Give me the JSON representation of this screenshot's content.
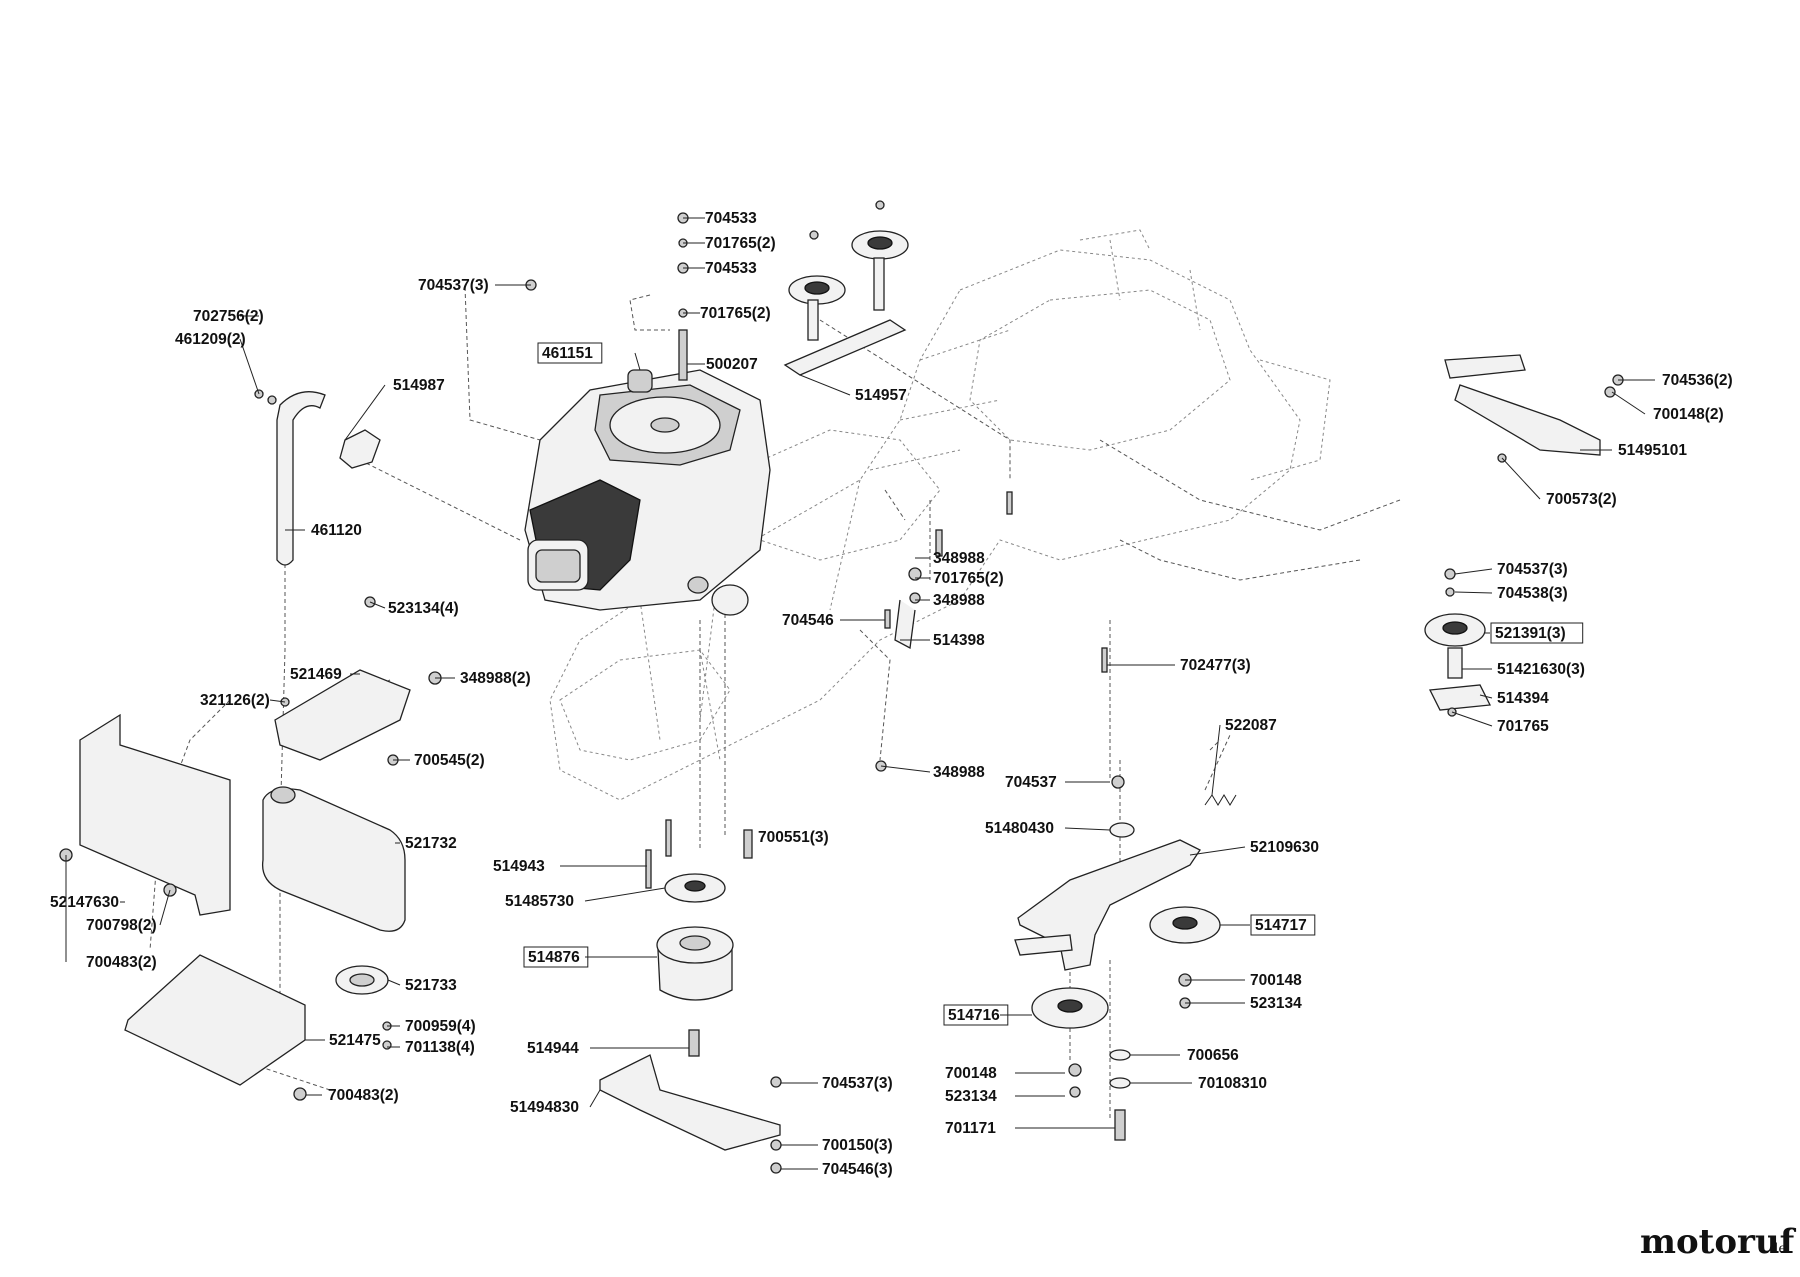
{
  "watermark": {
    "brand": "motoruf",
    "suffix": ".de"
  },
  "labels": [
    {
      "id": "l01",
      "text": "704533"
    },
    {
      "id": "l02",
      "text": "701765(2)"
    },
    {
      "id": "l03",
      "text": "704533"
    },
    {
      "id": "l04",
      "text": "701765(2)"
    },
    {
      "id": "l05",
      "text": "704537(3)"
    },
    {
      "id": "l06",
      "text": "702756(2)"
    },
    {
      "id": "l07",
      "text": "461209(2)"
    },
    {
      "id": "l08",
      "text": "514987"
    },
    {
      "id": "l09",
      "text": "461151"
    },
    {
      "id": "l10",
      "text": "500207"
    },
    {
      "id": "l11",
      "text": "514957"
    },
    {
      "id": "l12",
      "text": "461120"
    },
    {
      "id": "l13",
      "text": "704536(2)"
    },
    {
      "id": "l14",
      "text": "700148(2)"
    },
    {
      "id": "l15",
      "text": "51495101"
    },
    {
      "id": "l16",
      "text": "700573(2)"
    },
    {
      "id": "l17",
      "text": "348988"
    },
    {
      "id": "l18",
      "text": "701765(2)"
    },
    {
      "id": "l19",
      "text": "348988"
    },
    {
      "id": "l20",
      "text": "704546"
    },
    {
      "id": "l21",
      "text": "514398"
    },
    {
      "id": "l22",
      "text": "523134(4)"
    },
    {
      "id": "l23",
      "text": "521469"
    },
    {
      "id": "l24",
      "text": "348988(2)"
    },
    {
      "id": "l25",
      "text": "321126(2)"
    },
    {
      "id": "l26",
      "text": "700545(2)"
    },
    {
      "id": "l27",
      "text": "702477(3)"
    },
    {
      "id": "l28",
      "text": "704537(3)"
    },
    {
      "id": "l29",
      "text": "704538(3)"
    },
    {
      "id": "l30",
      "text": "521391(3)"
    },
    {
      "id": "l31",
      "text": "51421630(3)"
    },
    {
      "id": "l32",
      "text": "514394"
    },
    {
      "id": "l33",
      "text": "701765"
    },
    {
      "id": "l34",
      "text": "522087"
    },
    {
      "id": "l35",
      "text": "348988"
    },
    {
      "id": "l36",
      "text": "704537"
    },
    {
      "id": "l37",
      "text": "51480430"
    },
    {
      "id": "l38",
      "text": "52109630"
    },
    {
      "id": "l39",
      "text": "700551(3)"
    },
    {
      "id": "l40",
      "text": "521732"
    },
    {
      "id": "l41",
      "text": "514943"
    },
    {
      "id": "l42",
      "text": "51485730"
    },
    {
      "id": "l43",
      "text": "52147630"
    },
    {
      "id": "l44",
      "text": "700798(2)"
    },
    {
      "id": "l45",
      "text": "514717"
    },
    {
      "id": "l46",
      "text": "700483(2)"
    },
    {
      "id": "l47",
      "text": "514876"
    },
    {
      "id": "l48",
      "text": "521733"
    },
    {
      "id": "l49",
      "text": "700148"
    },
    {
      "id": "l50",
      "text": "523134"
    },
    {
      "id": "l51",
      "text": "514716"
    },
    {
      "id": "l52",
      "text": "700959(4)"
    },
    {
      "id": "l53",
      "text": "701138(4)"
    },
    {
      "id": "l54",
      "text": "521475"
    },
    {
      "id": "l55",
      "text": "514944"
    },
    {
      "id": "l56",
      "text": "700656"
    },
    {
      "id": "l57",
      "text": "700148"
    },
    {
      "id": "l58",
      "text": "523134"
    },
    {
      "id": "l59",
      "text": "70108310"
    },
    {
      "id": "l60",
      "text": "704537(3)"
    },
    {
      "id": "l61",
      "text": "700483(2)"
    },
    {
      "id": "l62",
      "text": "51494830"
    },
    {
      "id": "l63",
      "text": "700150(3)"
    },
    {
      "id": "l64",
      "text": "701171"
    },
    {
      "id": "l65",
      "text": "704546(3)"
    }
  ]
}
